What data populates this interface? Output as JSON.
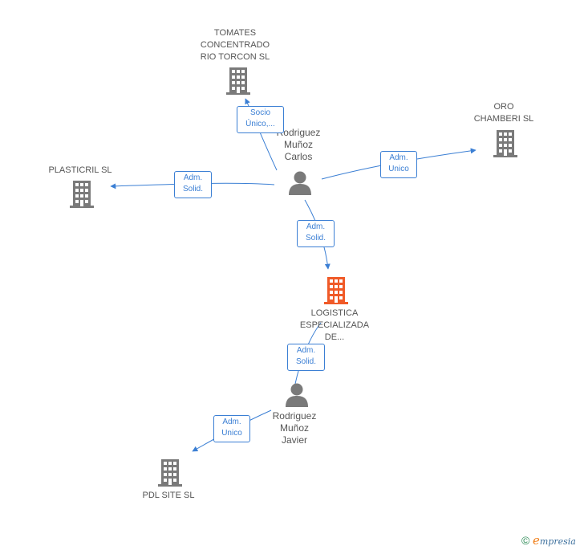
{
  "nodes": {
    "tomates": {
      "lines": [
        "TOMATES",
        "CONCENTRADO",
        "RIO TORCON SL"
      ]
    },
    "oro": {
      "lines": [
        "ORO",
        "CHAMBERI SL"
      ]
    },
    "plasticril": {
      "lines": [
        "PLASTICRIL SL"
      ]
    },
    "carlos": {
      "lines": [
        "Rodriguez",
        "Muñoz",
        "Carlos"
      ]
    },
    "logistica": {
      "lines": [
        "LOGISTICA",
        "ESPECIALIZADA",
        "DE..."
      ]
    },
    "javier": {
      "lines": [
        "Rodriguez",
        "Muñoz",
        "Javier"
      ]
    },
    "pdl": {
      "lines": [
        "PDL SITE SL"
      ]
    }
  },
  "edges": {
    "carlos_tomates": [
      "Socio",
      "Único,..."
    ],
    "carlos_oro": [
      "Adm.",
      "Unico"
    ],
    "carlos_plasticril": [
      "Adm.",
      "Solid."
    ],
    "carlos_logistica": [
      "Adm.",
      "Solid."
    ],
    "javier_logistica": [
      "Adm.",
      "Solid."
    ],
    "javier_pdl": [
      "Adm.",
      "Unico"
    ]
  },
  "colors": {
    "edge": "#3b7fd4",
    "company": "#7a7a7a",
    "focus_company": "#f05a28",
    "person": "#7a7a7a"
  },
  "icons": {
    "company": "building-icon",
    "person": "person-icon"
  },
  "footer": {
    "copyright": "©",
    "brand_initial": "e",
    "brand_rest": "mpresia"
  }
}
